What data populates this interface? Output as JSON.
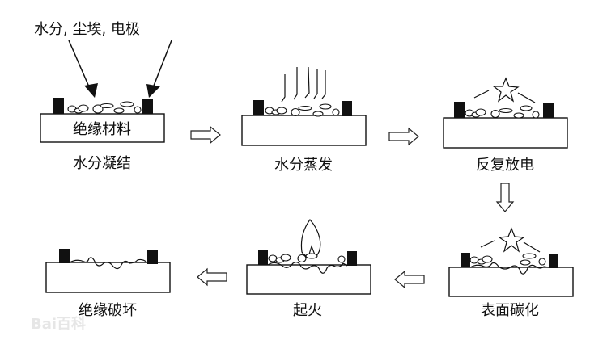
{
  "diagram": {
    "top_label": "水分, 尘埃, 电极",
    "substrate_label": "绝缘材料",
    "stages": [
      {
        "id": "condensation",
        "caption": "水分凝结"
      },
      {
        "id": "evaporation",
        "caption": "水分蒸发"
      },
      {
        "id": "repeated-discharge",
        "caption": "反复放电"
      },
      {
        "id": "surface-carbonization",
        "caption": "表面碳化"
      },
      {
        "id": "ignition",
        "caption": "起火"
      },
      {
        "id": "insulation-breakdown",
        "caption": "绝缘破坏"
      }
    ],
    "flow_order": [
      "水分凝结",
      "水分蒸发",
      "反复放电",
      "表面碳化",
      "起火",
      "绝缘破坏"
    ],
    "watermark": "Bai百科"
  }
}
